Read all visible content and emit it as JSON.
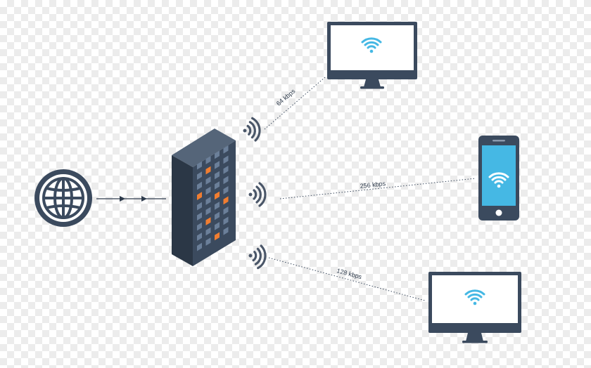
{
  "diagram": {
    "links": [
      {
        "id": "link-top-monitor",
        "rate_label": "64 kbps"
      },
      {
        "id": "link-phone",
        "rate_label": "256 kbps"
      },
      {
        "id": "link-bottom-monitor",
        "rate_label": "128 kbps"
      }
    ],
    "nodes": {
      "internet": {
        "icon": "globe-icon"
      },
      "server": {
        "icon": "server-tower-icon"
      },
      "top_monitor": {
        "icon": "monitor-icon",
        "screen_icon": "wifi-icon"
      },
      "phone": {
        "icon": "smartphone-icon",
        "screen_icon": "wifi-icon"
      },
      "bottom_monitor": {
        "icon": "monitor-icon",
        "screen_icon": "wifi-icon"
      }
    }
  },
  "colors": {
    "dark": "#3b4a5e",
    "darker": "#2b3746",
    "accent": "#45b8e4",
    "orange": "#f07d31",
    "window": "#6b7f99"
  }
}
